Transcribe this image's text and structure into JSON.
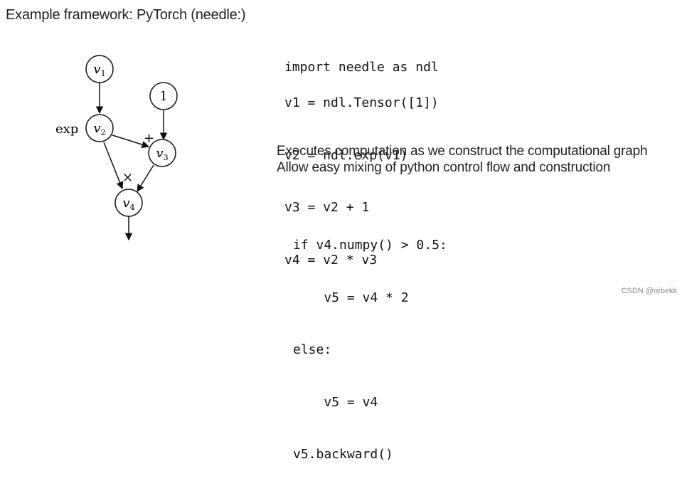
{
  "slide": {
    "title": "Example framework: PyTorch (needle:)"
  },
  "graph": {
    "nodes": [
      {
        "id": "v1",
        "label": "v",
        "sub": "1"
      },
      {
        "id": "c1",
        "label": "1",
        "sub": ""
      },
      {
        "id": "v2",
        "label": "v",
        "sub": "2"
      },
      {
        "id": "v3",
        "label": "v",
        "sub": "3"
      },
      {
        "id": "v4",
        "label": "v",
        "sub": "4"
      }
    ],
    "ops": {
      "exp": "exp",
      "plus": "+",
      "times": "×"
    }
  },
  "code_block_1": {
    "lines": [
      "import needle as ndl"
    ]
  },
  "code_block_2": {
    "lines": [
      "v1 = ndl.Tensor([1])",
      "v2 = ndl.exp(v1)",
      "v3 = v2 + 1",
      "v4 = v2 * v3"
    ]
  },
  "notes": {
    "lines": [
      "Executes computation as we construct the computational graph",
      "Allow easy mixing of python control flow and construction"
    ]
  },
  "code_block_3": {
    "lines": [
      "if v4.numpy() > 0.5:",
      "    v5 = v4 * 2",
      "else:",
      "    v5 = v4",
      "v5.backward()"
    ]
  },
  "watermark": "CSDN @rebekk"
}
